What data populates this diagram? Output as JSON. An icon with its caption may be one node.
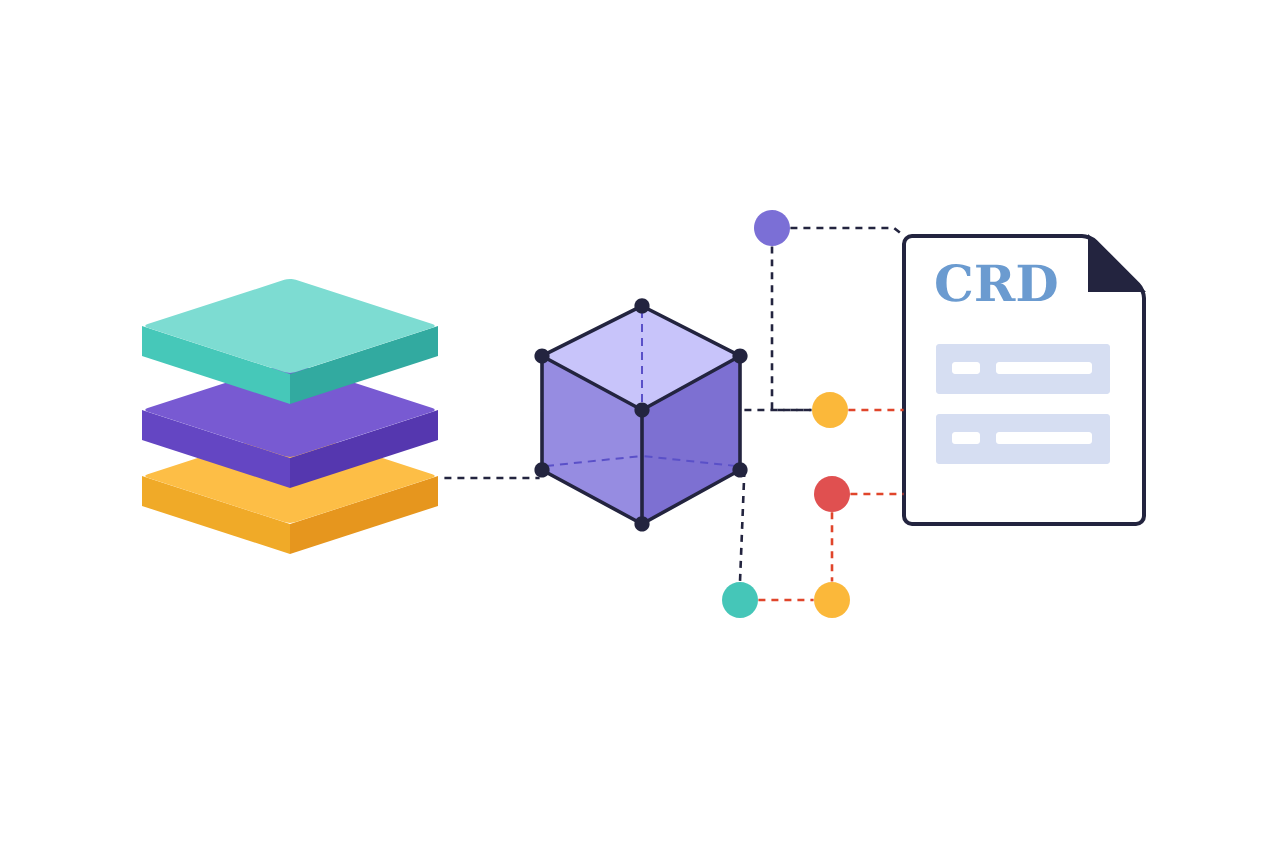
{
  "diagram": {
    "nodes": [
      {
        "text": [],
        "shape": "picture"
      },
      {
        "text": [],
        "shape": "picture"
      },
      {
        "text": [],
        "shape": "circle"
      },
      {
        "text": [
          "CRD"
        ]
      },
      {
        "text": [],
        "shape": "circle"
      },
      {
        "text": [],
        "shape": "circle"
      },
      {
        "text": [],
        "shape": "circle"
      },
      {
        "text": [],
        "shape": "circle"
      }
    ],
    "edges": [
      {
        "from": 0,
        "to": 1,
        "arrow": "none",
        "style": "dashed"
      },
      {
        "from": 2,
        "to": 3,
        "arrow": "none",
        "style": "dashed"
      },
      {
        "from": 2,
        "to": 4,
        "arrow": "none",
        "style": "dashed"
      },
      {
        "from": 1,
        "to": 4,
        "arrow": "none",
        "style": "dashed"
      },
      {
        "from": 4,
        "to": 3,
        "arrow": "none",
        "style": "dashed",
        "color": "#e0452b"
      },
      {
        "from": 5,
        "to": 3,
        "arrow": "none",
        "style": "dashed",
        "color": "#e0452b"
      },
      {
        "from": 5,
        "to": 7,
        "arrow": "none",
        "style": "dashed",
        "color": "#e0452b"
      },
      {
        "from": 1,
        "to": 6,
        "arrow": "none",
        "style": "dashed"
      },
      {
        "from": 6,
        "to": 7,
        "arrow": "none",
        "style": "dashed",
        "color": "#e0452b"
      }
    ]
  }
}
